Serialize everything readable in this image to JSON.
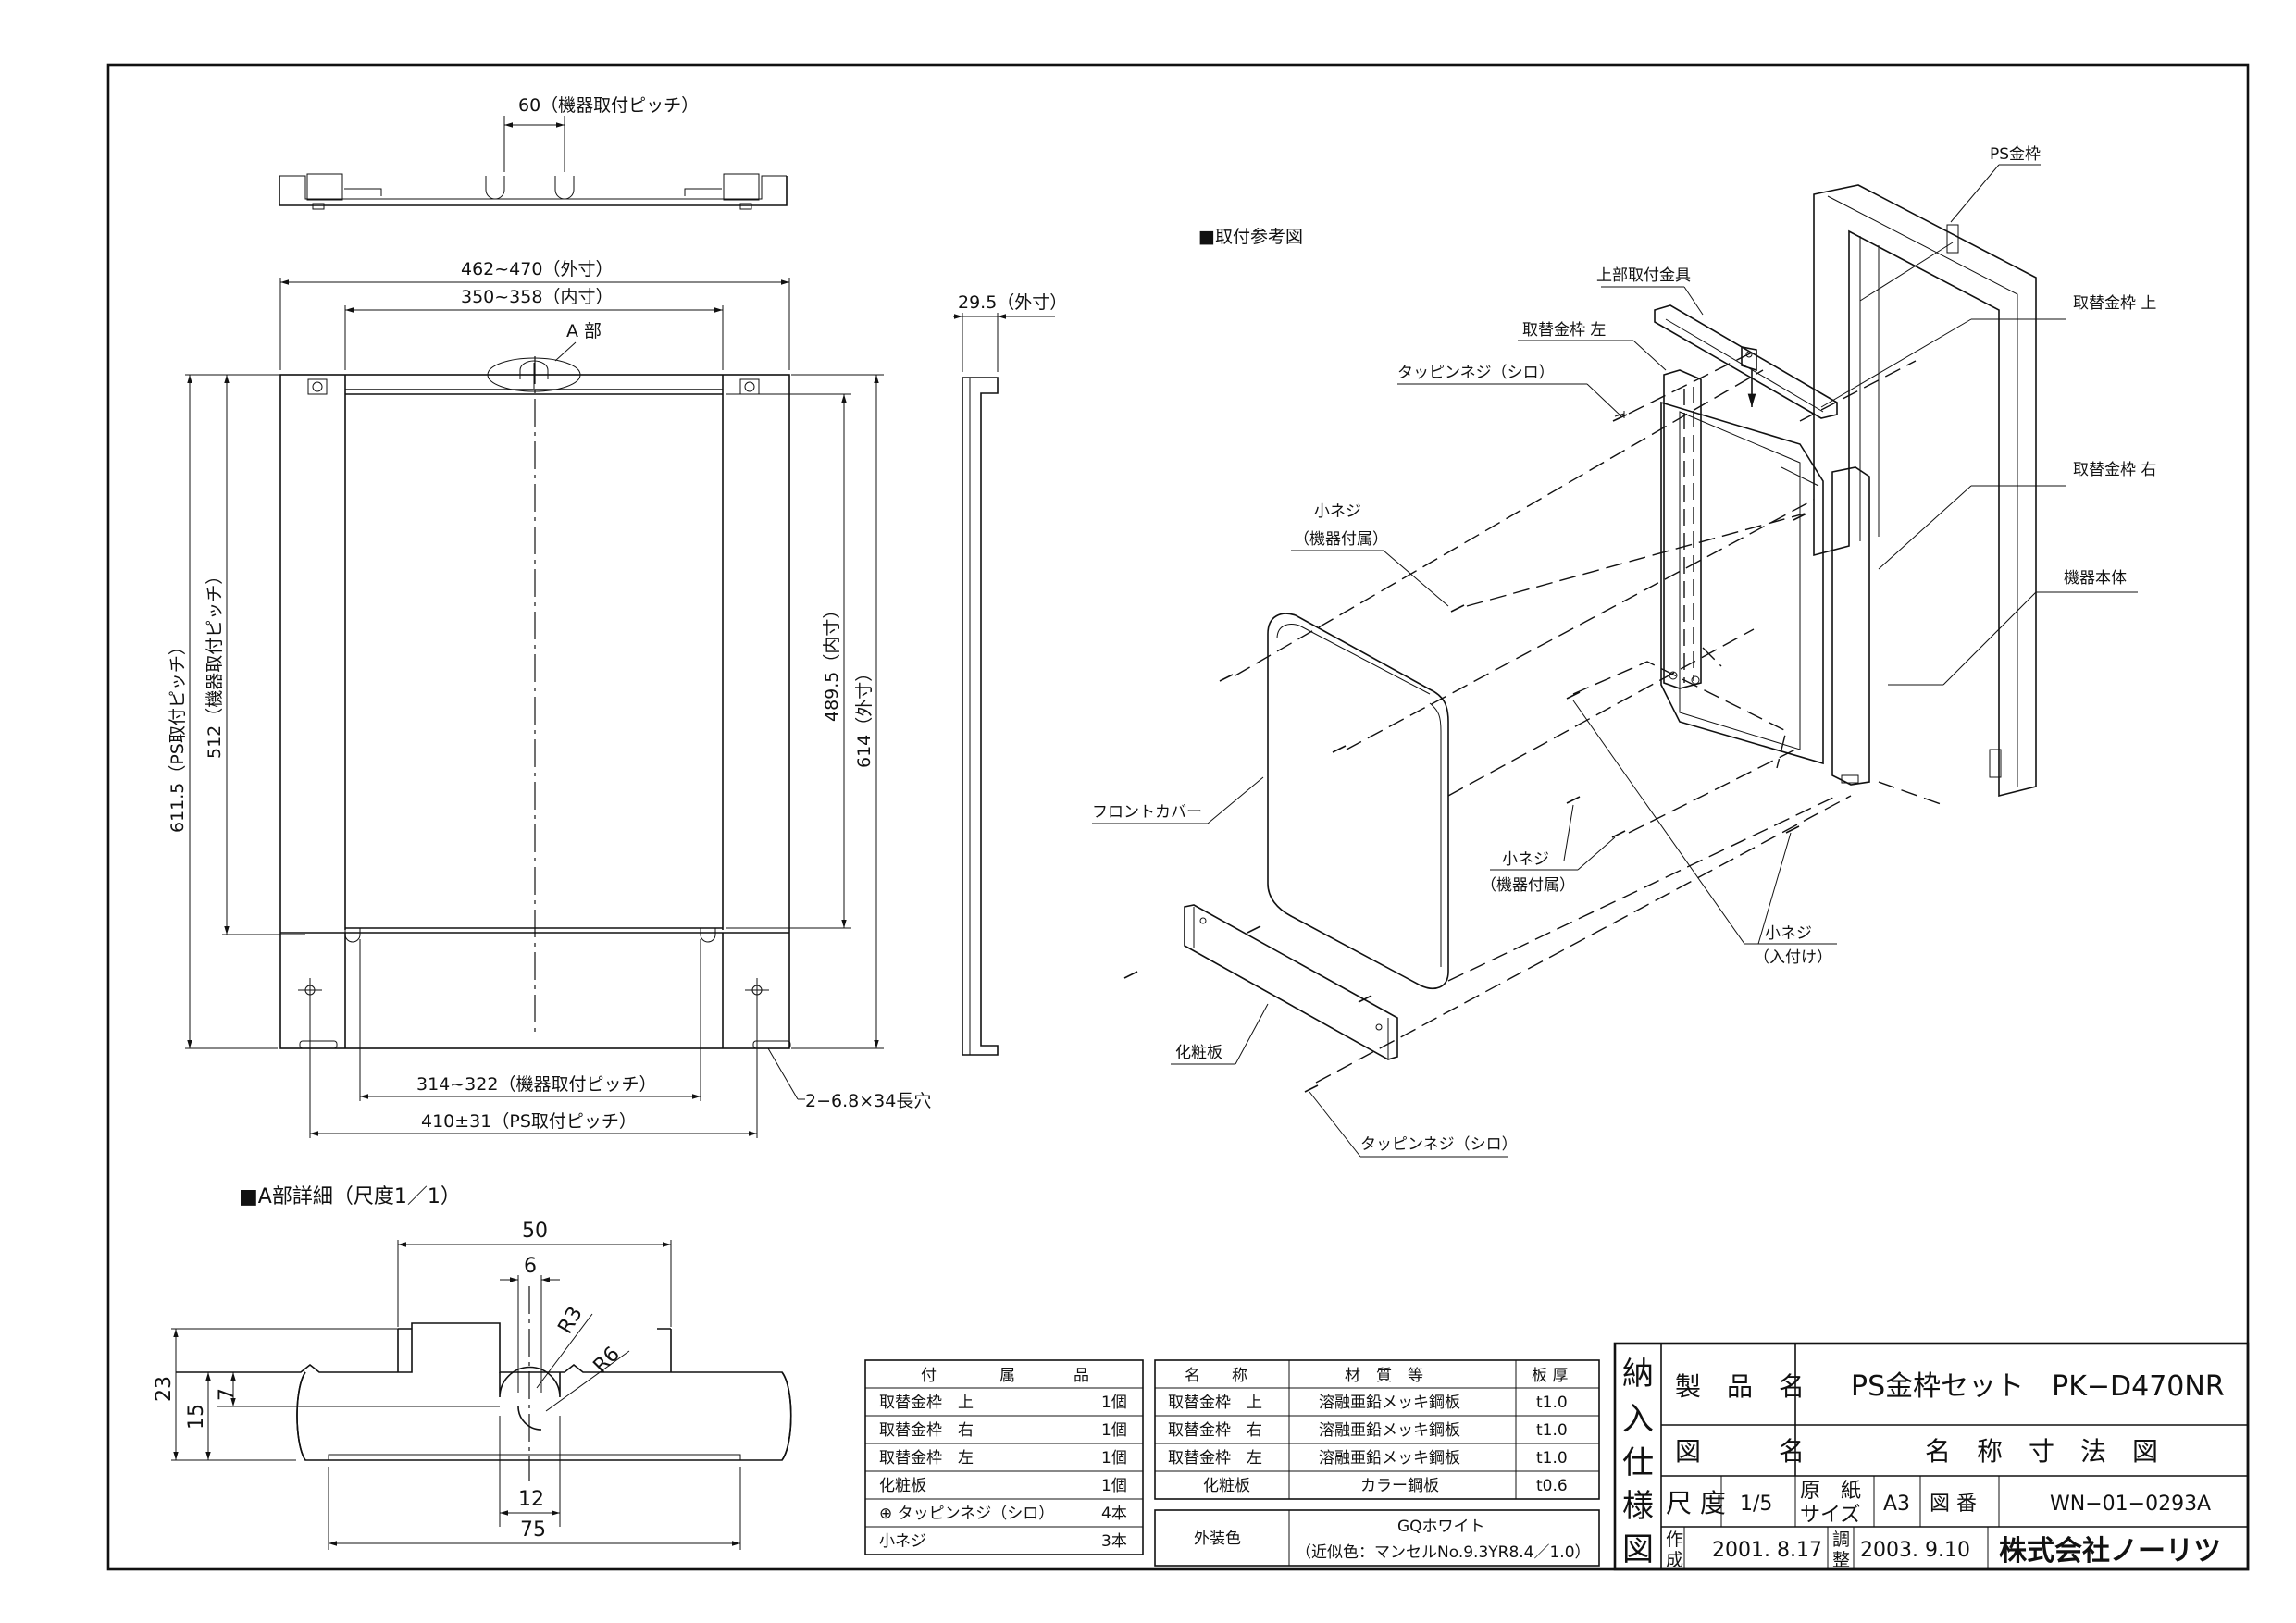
{
  "top_view": {
    "pitch_label": "60（機器取付ピッチ）"
  },
  "front_view": {
    "outer_width": "462~470（外寸）",
    "inner_width": "350~358（内寸）",
    "part_a": "A 部",
    "ps_pitch_height": "611.5（PS取付ピッチ）",
    "device_pitch_height": "512（機器取付ピッチ）",
    "inner_height": "489.5（内寸）",
    "outer_height": "614（外寸）",
    "device_pitch_width": "314~322（機器取付ピッチ）",
    "ps_pitch_width": "410±31（PS取付ピッチ）",
    "slot": "2−6.8×34長穴"
  },
  "side_view": {
    "depth": "29.5（外寸）"
  },
  "detail": {
    "title": "■A部詳細（尺度1／1）",
    "dim_50": "50",
    "dim_6": "6",
    "r3": "R3",
    "r6": "R6",
    "dim_23": "23",
    "dim_15": "15",
    "dim_7": "7",
    "dim_12": "12",
    "dim_75": "75"
  },
  "assembly": {
    "title": "■取付参考図",
    "ps_frame": "PS金枠",
    "upper_bracket": "上部取付金具",
    "frame_left": "取替金枠 左",
    "frame_top": "取替金枠 上",
    "frame_right": "取替金枠 右",
    "tapping_screw": "タッピンネジ（シロ）",
    "small_screw": "小ネジ",
    "included_with_device": "（機器付属）",
    "device_body": "機器本体",
    "front_cover": "フロントカバー",
    "small_screw_2": "小ネジ",
    "included_with_device_2": "（機器付属）",
    "small_screw_3": "小ネジ",
    "included": "（入付け）",
    "decor_plate": "化粧板",
    "tapping_screw_2": "タッピンネジ（シロ）"
  },
  "accessories": {
    "header": [
      "付",
      "属",
      "品"
    ],
    "rows": [
      {
        "name": "取替金枠　上",
        "qty": "1個"
      },
      {
        "name": "取替金枠　右",
        "qty": "1個"
      },
      {
        "name": "取替金枠　左",
        "qty": "1個"
      },
      {
        "name": "化粧板",
        "qty": "1個"
      },
      {
        "name": "⊕ タッピンネジ（シロ）",
        "qty": "4本"
      },
      {
        "name": "小ネジ",
        "qty": "3本"
      }
    ]
  },
  "materials": {
    "headers": [
      "名　　称",
      "材　質　等",
      "板 厚"
    ],
    "rows": [
      {
        "name": "取替金枠　上",
        "material": "溶融亜鉛メッキ鋼板",
        "thickness": "t1.0"
      },
      {
        "name": "取替金枠　右",
        "material": "溶融亜鉛メッキ鋼板",
        "thickness": "t1.0"
      },
      {
        "name": "取替金枠　左",
        "material": "溶融亜鉛メッキ鋼板",
        "thickness": "t1.0"
      },
      {
        "name": "化粧板",
        "material": "カラー鋼板",
        "thickness": "t0.6"
      }
    ],
    "exterior_label": "外装色",
    "exterior_color": "GQホワイト",
    "exterior_note": "（近似色：マンセルNo.9.3YR8.4／1.0）"
  },
  "title_block": {
    "vertical_title": [
      "納",
      "入",
      "仕",
      "様",
      "図"
    ],
    "product_label": "製　品　名",
    "product_name": "PS金枠セット　PK−D470NR",
    "drawing_label": "図　　　名",
    "drawing_name": "名　称　寸　法　図",
    "scale_label": "尺 度",
    "scale": "1/5",
    "paper_label_1": "原　紙",
    "paper_label_2": "サイズ",
    "paper": "A3",
    "number_label": "図 番",
    "number": "WN−01−0293A",
    "created_label_1": "作",
    "created_label_2": "成",
    "created": "2001. 8.17",
    "adjusted_label_1": "調",
    "adjusted_label_2": "整",
    "adjusted": "2003. 9.10",
    "company": "株式会社ノーリツ"
  }
}
